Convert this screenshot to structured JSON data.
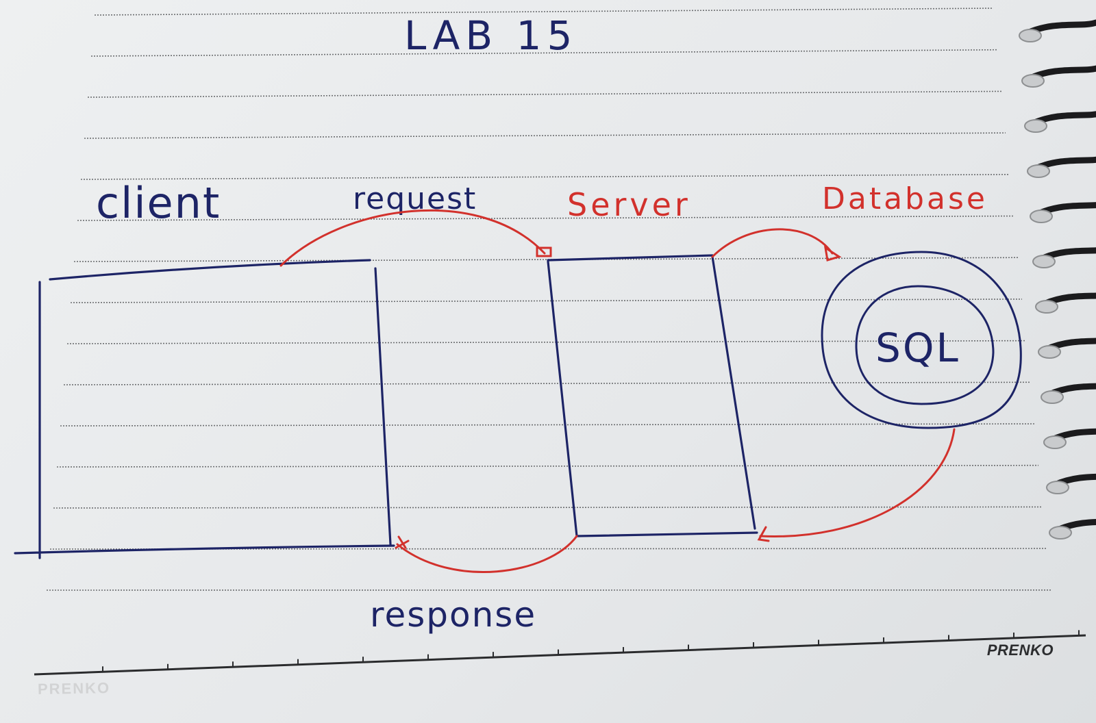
{
  "title": "LAB 15",
  "labels": {
    "client": "client",
    "request": "request",
    "server": "Server",
    "database": "Database",
    "sql": "SQL",
    "response": "response"
  },
  "notebook_brand": "PRENKO",
  "ghost_text": "PRENKO",
  "colors": {
    "ink_blue": "#1d2466",
    "ink_red": "#d2312c",
    "paper": "#eceeef",
    "rule_line": "#6c6e70",
    "spiral": "#1b1b1d"
  }
}
